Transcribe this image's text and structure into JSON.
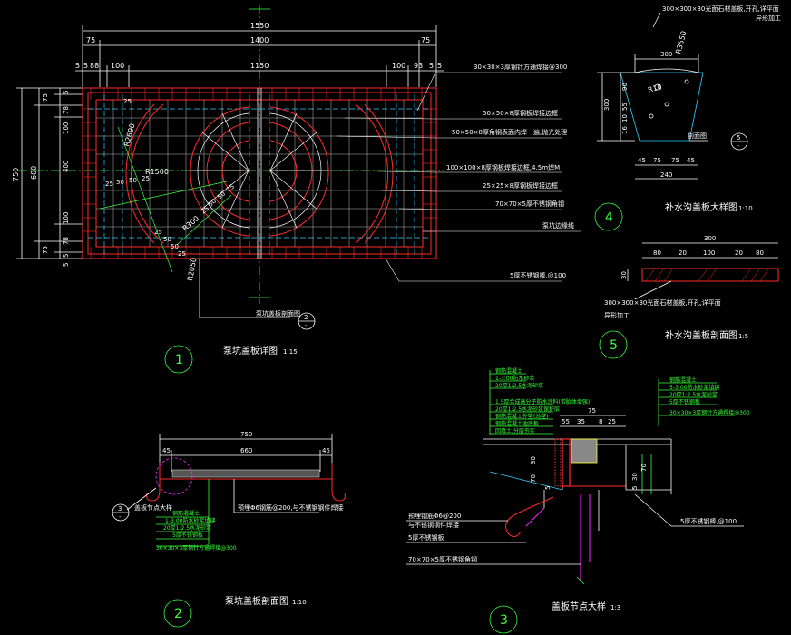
{
  "detail1": {
    "top_dims": [
      "1550",
      "1400",
      "75",
      "75",
      "5",
      "5",
      "88",
      "100",
      "1150",
      "100",
      "93",
      "5",
      "5"
    ],
    "left_dims": [
      "750",
      "600",
      "75",
      "5",
      "78",
      "100",
      "400",
      "100",
      "78",
      "5",
      "75",
      "5"
    ],
    "inner_dims": [
      "R2690",
      "R1500",
      "25",
      "50",
      "50",
      "25",
      "R300",
      "25",
      "50",
      "50",
      "25",
      "R2050",
      "25",
      "50",
      "50",
      "25",
      "25"
    ],
    "callouts": [
      "30×30×3厚钢针方通焊接@300",
      "50×50×8厚钢板焊接边框",
      "50×50×8厚角钢表面内焊一遍,抛光处理",
      "100×100×8厚钢板焊接边框,4.5m焊M",
      "25×25×8厚钢板焊接边框",
      "70×70×5厚不锈钢角钢",
      "泵坑边缘线",
      "5厚不锈钢棒,@100"
    ],
    "section_ref": "泵坑盖板剖面图",
    "ref_num": "2",
    "ref_sub": "-",
    "circle_num": "1",
    "title": "泵坑盖板详图",
    "scale": "1:15"
  },
  "detail4": {
    "top_label": "300×300×30光面石材盖板,开孔,详平面",
    "top_label2": "异形加工",
    "dims": [
      "300",
      "R3550",
      "R10",
      "90",
      "55",
      "10",
      "16",
      "300",
      "45",
      "75",
      "75",
      "45",
      "240"
    ],
    "section_ref": "剖面图",
    "ref_num": "5",
    "ref_sub": "-",
    "circle_num": "4",
    "title": "补水沟盖板大样图",
    "scale": "1:10"
  },
  "detail5": {
    "dims": [
      "300",
      "80",
      "20",
      "100",
      "20",
      "80",
      "30"
    ],
    "label": "300×300×30光面石材盖板,开孔,详平面",
    "label2": "异形加工",
    "circle_num": "5",
    "title": "补水沟盖板剖面图",
    "scale": "1:5"
  },
  "detail2": {
    "dims": [
      "750",
      "45",
      "660",
      "45"
    ],
    "ref_label": "盖板节点大样",
    "ref_num": "3",
    "ref_sub": "-",
    "notes": [
      "钢筋混凝土",
      "1-3:00防水砂浆填缝",
      "20厚1:2.5水泥砂浆",
      "5厚不锈钢板",
      "30×30×3厚钢针方通焊接@300"
    ],
    "side_note": "预埋Φ6钢筋@200,与不锈钢钢件焊接",
    "circle_num": "2",
    "title": "泵坑盖板剖面图",
    "scale": "1:10"
  },
  "detail3": {
    "left_notes": [
      "钢筋混凝土",
      "1-3:00防水砂浆",
      "20厚1:2.5水泥砂浆",
      "",
      "1.5厚合成高分子防水涂料(带胎体增强)",
      "20厚1:2.5水泥砂浆保护层",
      "钢筋混凝土外壁(池壁)",
      "钢筋混凝土池底板",
      "回填土,分层夯实"
    ],
    "right_notes": [
      "钢筋混凝土",
      "5-3:00防水砂浆填缝",
      "20厚1:2.5水泥砂浆",
      "5厚不锈钢板",
      "30×30×3厚钢针方通焊接@300"
    ],
    "top_dims": [
      "75",
      "55",
      "35",
      "8",
      "25"
    ],
    "side_dims": [
      "70",
      "30",
      "5",
      "5",
      "30",
      "70"
    ],
    "bottom_notes": [
      "预埋钢筋Φ6@200",
      "与不锈钢钢件焊接",
      "5厚不锈钢板",
      "70×70×5厚不锈钢角钢"
    ],
    "right_bottom": "5厚不锈钢棒,@100",
    "circle_num": "3",
    "title": "盖板节点大样",
    "scale": "1:3"
  }
}
